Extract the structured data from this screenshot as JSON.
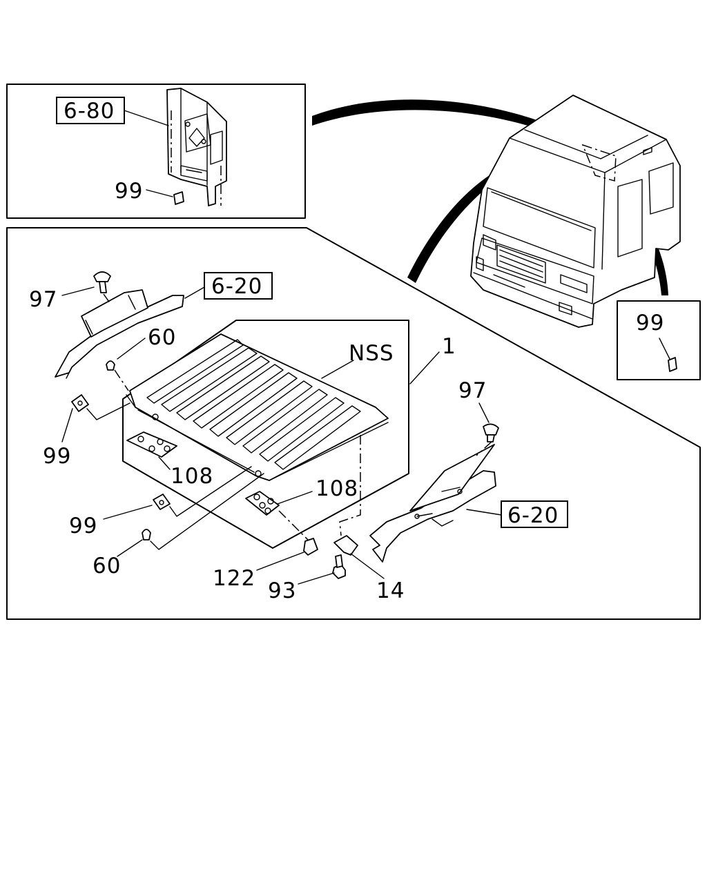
{
  "labels": {
    "ref_6_80": "6-80",
    "ref_6_20_top": "6-20",
    "ref_6_20_right": "6-20",
    "inset_99": "99",
    "corner_99": "99",
    "n97_left": "97",
    "n97_right": "97",
    "n60_top": "60",
    "n60_bottom": "60",
    "n99_left": "99",
    "n99_mid": "99",
    "nss": "NSS",
    "n1": "1",
    "n108_left": "108",
    "n108_right": "108",
    "n122": "122",
    "n93": "93",
    "n14": "14"
  }
}
